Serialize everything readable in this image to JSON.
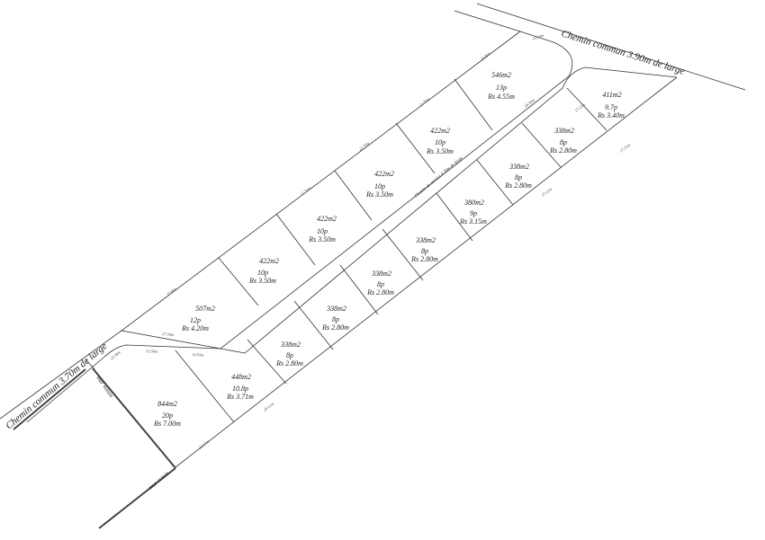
{
  "roads": {
    "top": "Chemin commun 3.90m de large",
    "left": "Chemin commun 3.70m de large",
    "service": "Chemin de service 4.50m de large",
    "boundary_left": "mur voisin",
    "boundary_bottom": "mur voisin"
  },
  "lots_upper": [
    {
      "area": "546m2",
      "perches": "13p",
      "price": "Rs 4.55m"
    },
    {
      "area": "422m2",
      "perches": "10p",
      "price": "Rs 3.50m"
    },
    {
      "area": "422m2",
      "perches": "10p",
      "price": "Rs 3.50m"
    },
    {
      "area": "422m2",
      "perches": "10p",
      "price": "Rs 3.50m"
    },
    {
      "area": "422m2",
      "perches": "10p",
      "price": "Rs 3.50m"
    },
    {
      "area": "507m2",
      "perches": "12p",
      "price": "Rs 4.20m"
    }
  ],
  "lots_lower": [
    {
      "area": "411m2",
      "perches": "9.7p",
      "price": "Rs 3.40m"
    },
    {
      "area": "338m2",
      "perches": "8p",
      "price": "Rs 2.80m"
    },
    {
      "area": "338m2",
      "perches": "8p",
      "price": "Rs 2.80m"
    },
    {
      "area": "380m2",
      "perches": "9p",
      "price": "Rs 3.15m"
    },
    {
      "area": "338m2",
      "perches": "8p",
      "price": "Rs 2.80m"
    },
    {
      "area": "338m2",
      "perches": "8p",
      "price": "Rs 2.80m"
    },
    {
      "area": "338m2",
      "perches": "8p",
      "price": "Rs 2.80m"
    },
    {
      "area": "338m2",
      "perches": "8p",
      "price": "Rs 2.80m"
    },
    {
      "area": "448m2",
      "perches": "10.8p",
      "price": "Rs 3.71m"
    },
    {
      "area": "844m2",
      "perches": "20p",
      "price": "Rs 7.00m"
    }
  ],
  "dimensions": [
    "15.55m",
    "24.84m",
    "22.75m",
    "22.75m",
    "22.71m",
    "27.00m",
    "27.50m",
    "26.90m",
    "17.22m",
    "17.22m",
    "12.50m",
    "14.93m",
    "22.57m",
    "20.12m",
    "17.72m",
    "23.30m"
  ]
}
